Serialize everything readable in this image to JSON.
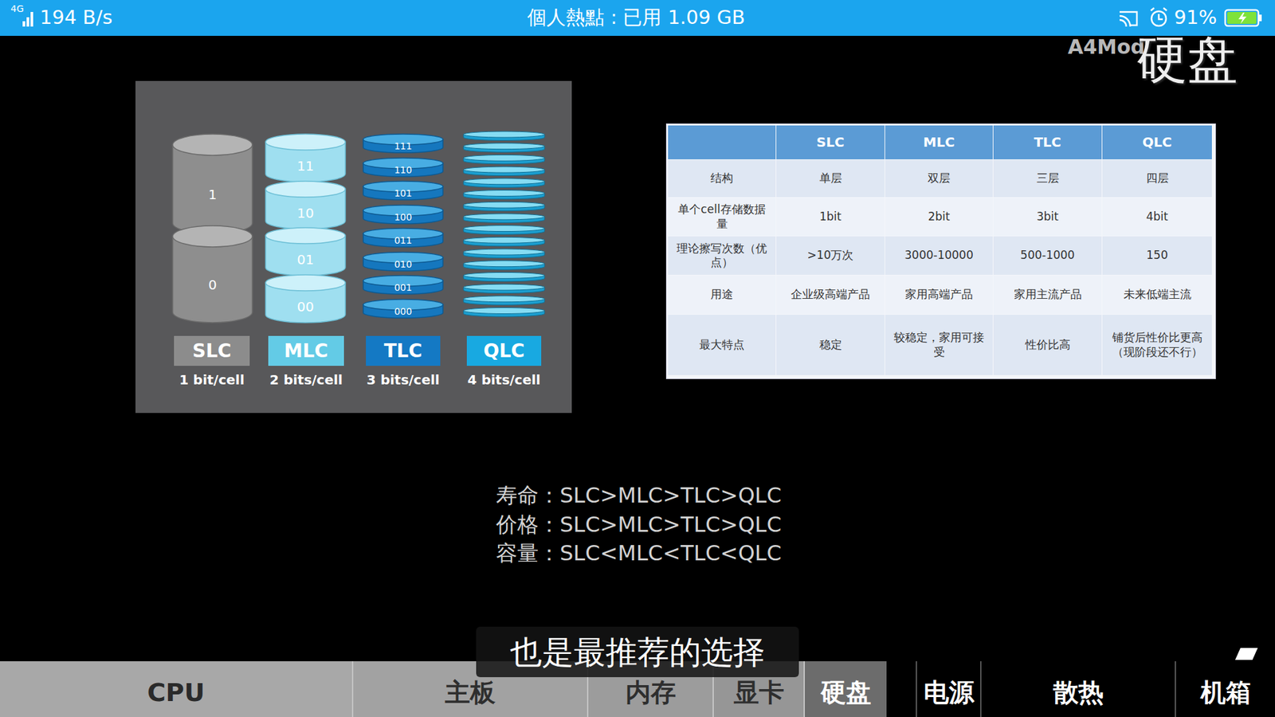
{
  "diagram": {
    "nodes": [
      {
        "text": [
          "1"
        ]
      },
      {
        "text": [
          "0"
        ]
      },
      {
        "text": [
          "11"
        ]
      },
      {
        "text": [
          "10"
        ]
      },
      {
        "text": [
          "01"
        ]
      },
      {
        "text": [
          "00"
        ]
      },
      {
        "text": [
          "111"
        ]
      },
      {
        "text": [
          "110"
        ]
      },
      {
        "text": [
          "101"
        ]
      },
      {
        "text": [
          "100"
        ]
      },
      {
        "text": [
          "011"
        ]
      },
      {
        "text": [
          "010"
        ]
      },
      {
        "text": [
          "001"
        ]
      },
      {
        "text": [
          "000"
        ]
      },
      {
        "text": [
          "SLC",
          "1 bit/cell"
        ]
      },
      {
        "text": [
          "MLC",
          "2 bits/cell"
        ]
      },
      {
        "text": [
          "TLC",
          "3 bits/cell"
        ]
      },
      {
        "text": [
          "QLC",
          "4 bits/cell"
        ]
      },
      {
        "text": [
          "CPU"
        ]
      },
      {
        "text": [
          "主板"
        ]
      },
      {
        "text": [
          "内存"
        ]
      },
      {
        "text": [
          "显卡"
        ]
      },
      {
        "text": [
          "硬盘"
        ]
      },
      {
        "text": [
          "电源"
        ]
      },
      {
        "text": [
          "散热"
        ]
      },
      {
        "text": [
          "机箱"
        ]
      },
      {
        "text": [
          "也是最推荐的选择"
        ]
      }
    ],
    "labels": [
      "4G",
      "194 B/s",
      "個人熱點 : 已用 1.09 GB",
      "91%",
      "A4Mod",
      "硬盘",
      "SLC",
      "MLC",
      "TLC",
      "QLC",
      "结构",
      "单层",
      "双层",
      "三层",
      "四层",
      "单个cell存储数据量",
      "1bit",
      "2bit",
      "3bit",
      "4bit",
      "理论擦写次数（优点）",
      ">10万次",
      "3000-10000",
      "500-1000",
      "150",
      "用途",
      "企业级高端产品",
      "家用高端产品",
      "家用主流产品",
      "未来低端主流",
      "最大特点",
      "稳定",
      "较稳定，家用可接受",
      "性价比高",
      "铺货后性价比更高（现阶段还不行）",
      "寿命：SLC>MLC>TLC>QLC",
      "价格：SLC>MLC>TLC>QLC",
      "容量：SLC<MLC<TLC<QLC"
    ]
  }
}
